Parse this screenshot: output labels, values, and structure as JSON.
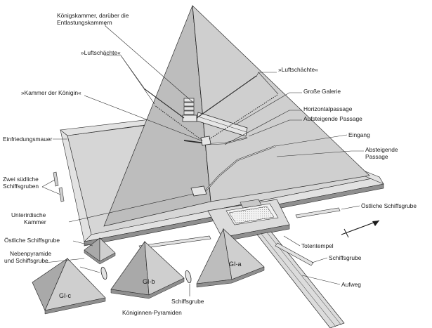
{
  "labels": {
    "kings_chamber_1": "Königskammer, darüber die",
    "kings_chamber_2": "Entlastungskammern",
    "air_shafts_left": "»Luftschächte«",
    "air_shafts_right": "»Luftschächte«",
    "queens_chamber": "»Kammer der Königin«",
    "grand_gallery": "Große Galerie",
    "horizontal_passage": "Horizontalpassage",
    "ascending_passage": "Aufsteigende Passage",
    "enclosure_wall": "Einfriedungsmauer",
    "entrance": "Eingang",
    "descending_passage_1": "Absteigende",
    "descending_passage_2": "Passage",
    "two_south_boat_pits_1": "Zwei südliche",
    "two_south_boat_pits_2": "Schiffsgruben",
    "eastern_boat_pit_right": "Östliche Schiffsgrube",
    "underground_chamber_1": "Unterirdische",
    "underground_chamber_2": "Kammer",
    "eastern_boat_pit_left": "Östliche Schiffsgrube",
    "mortuary_temple": "Totentempel",
    "satellite_pyramid_1": "Nebenpyramide",
    "satellite_pyramid_2": "und Schiffsgrube",
    "boat_pit_right": "Schiffsgrube",
    "causeway": "Aufweg",
    "boat_pit_bottom": "Schiffsgrube",
    "queens_pyramids": "Königinnen-Pyramiden",
    "gi_a": "GI-a",
    "gi_b": "GI-b",
    "gi_c": "GI-c"
  },
  "colors": {
    "face_light": "#cfcfcf",
    "face_mid": "#bdbdbd",
    "face_dark": "#a9a9a9",
    "base": "#c4c4c4",
    "wall_top": "#e2e2e2",
    "wall_side": "#8f8f8f",
    "line": "#2a2a2a"
  }
}
